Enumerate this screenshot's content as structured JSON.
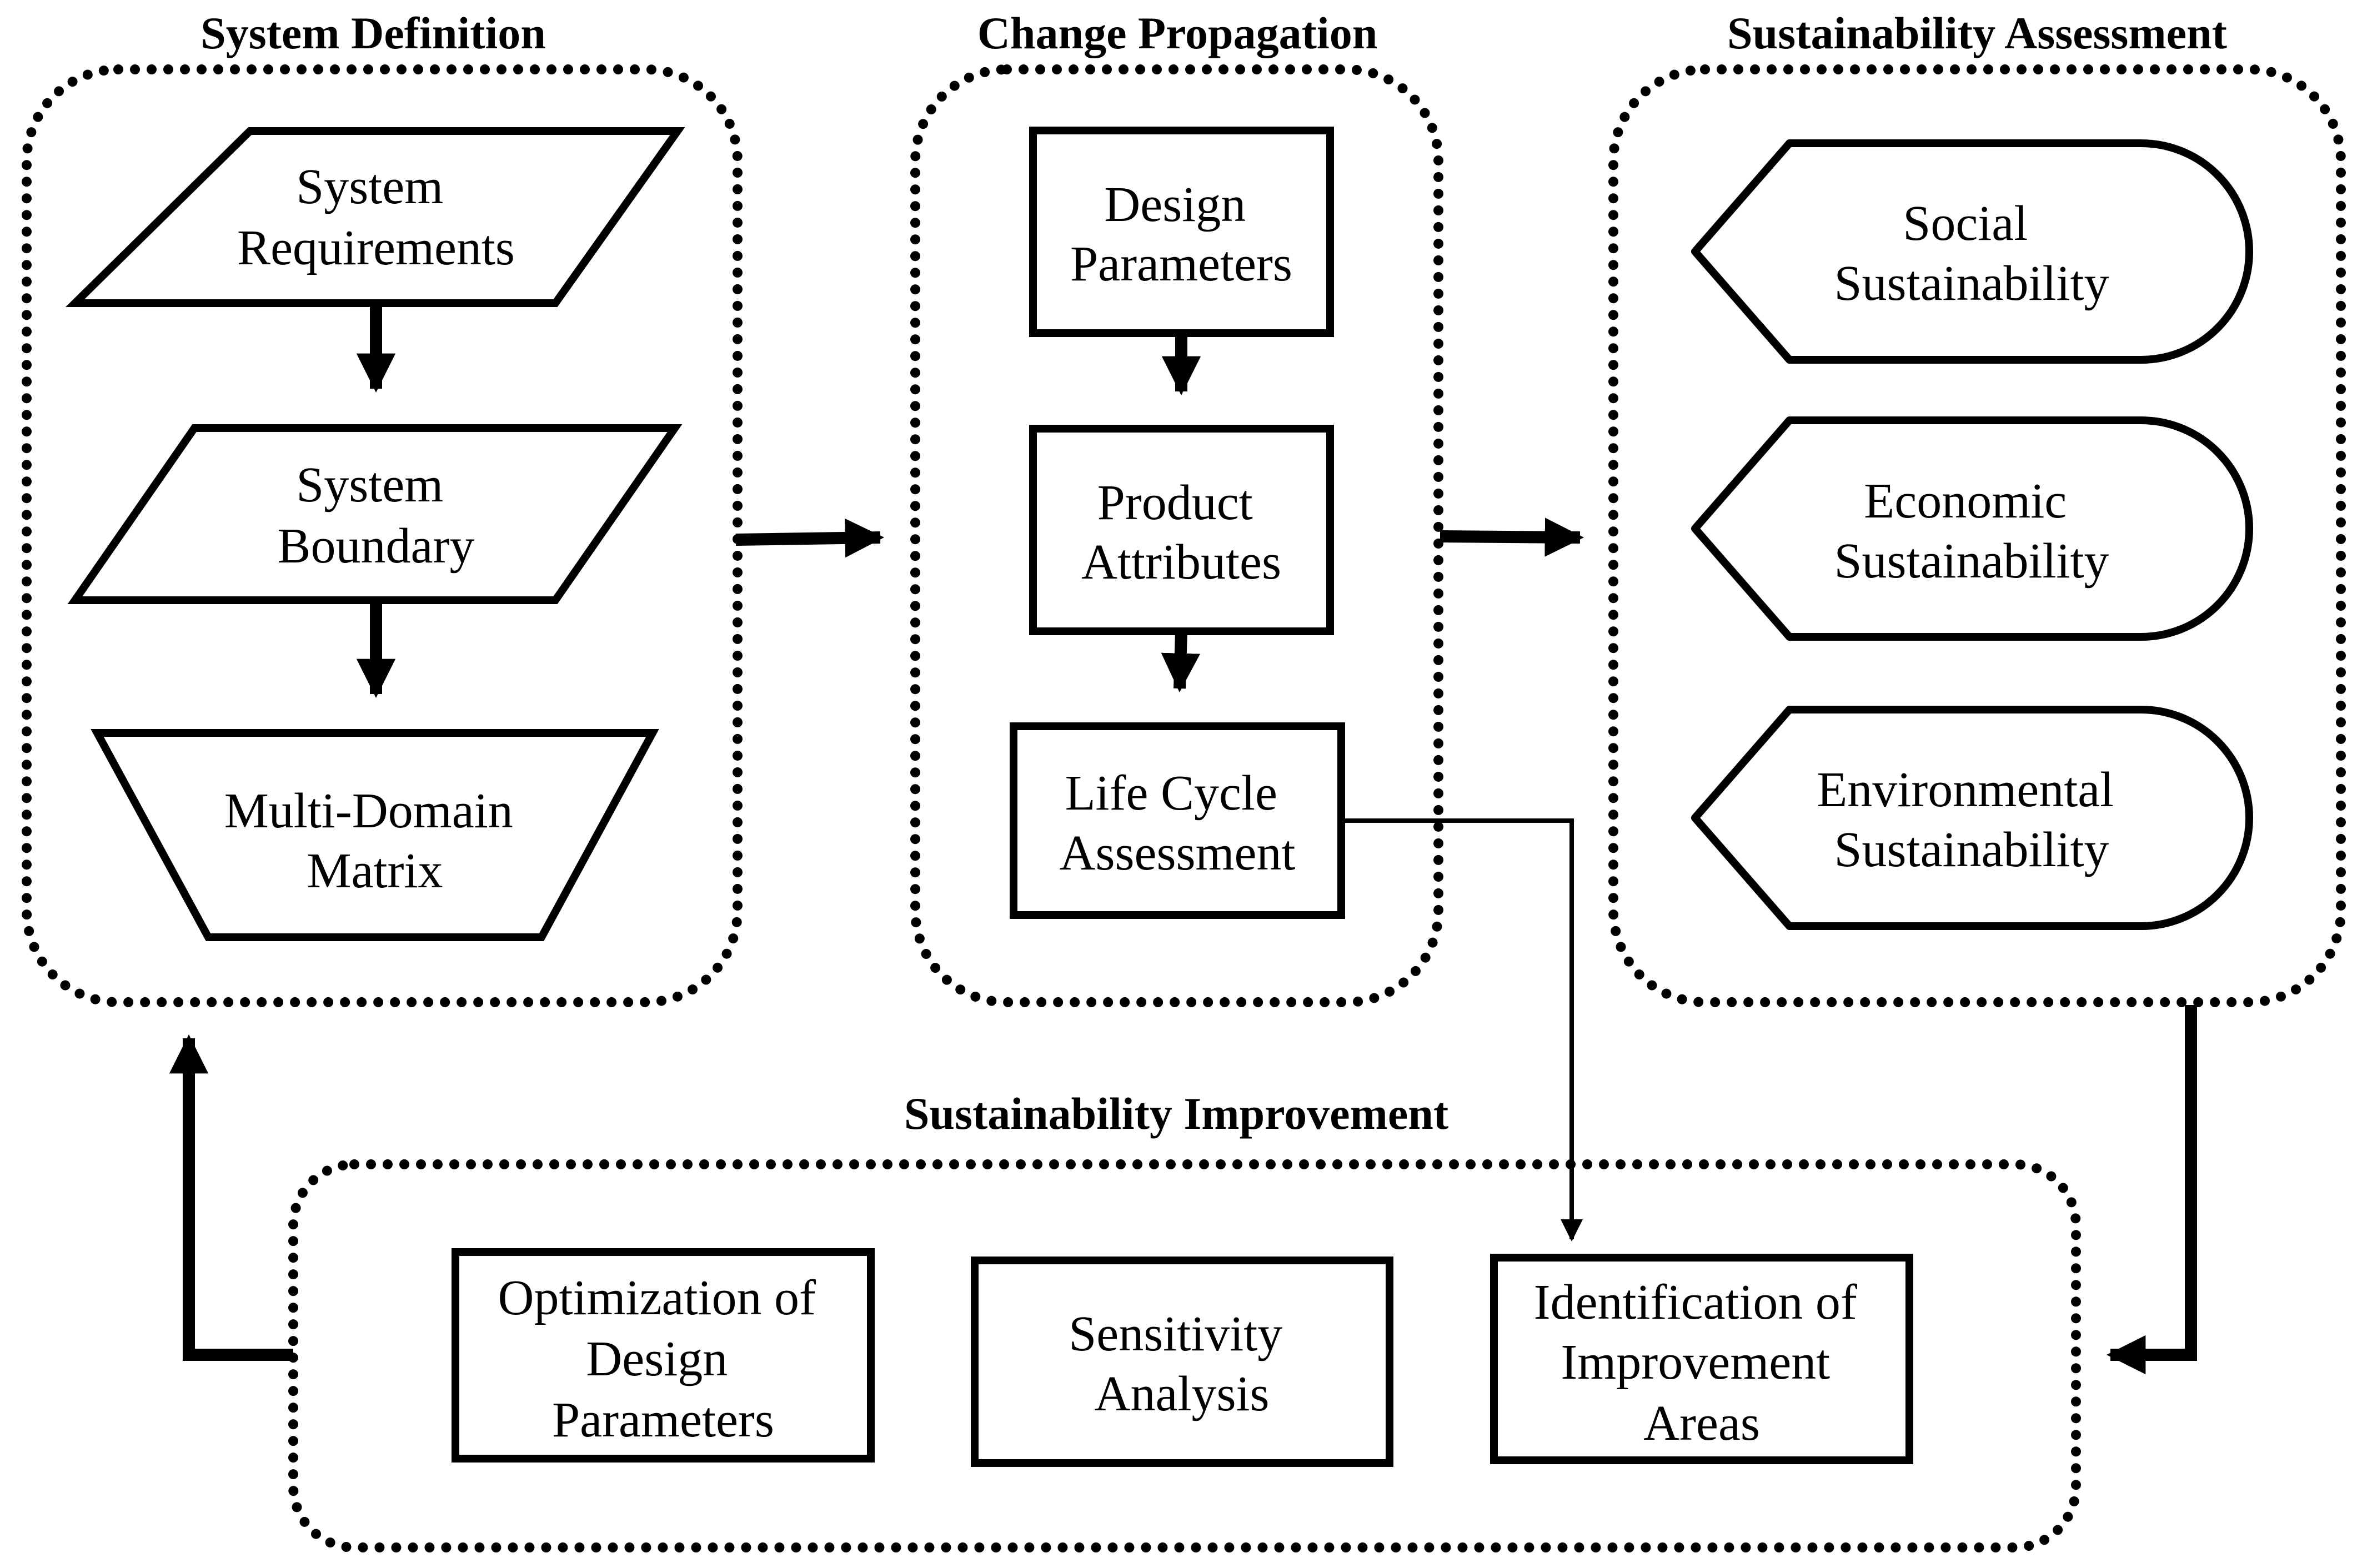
{
  "groups": {
    "system_definition": {
      "title": "System Definition",
      "nodes": {
        "system_requirements": [
          "System",
          "Requirements"
        ],
        "system_boundary": [
          "System",
          "Boundary"
        ],
        "multi_domain_matrix": [
          "Multi-Domain",
          "Matrix"
        ]
      }
    },
    "change_propagation": {
      "title": "Change Propagation",
      "nodes": {
        "design_parameters": [
          "Design",
          "Parameters"
        ],
        "product_attributes": [
          "Product",
          "Attributes"
        ],
        "life_cycle_assessment": [
          "Life Cycle",
          "Assessment"
        ]
      }
    },
    "sustainability_assessment": {
      "title": "Sustainability Assessment",
      "nodes": {
        "social": [
          "Social",
          "Sustainability"
        ],
        "economic": [
          "Economic",
          "Sustainability"
        ],
        "environmental": [
          "Environmental",
          "Sustainability"
        ]
      }
    },
    "sustainability_improvement": {
      "title": "Sustainability Improvement",
      "nodes": {
        "optimization": [
          "Optimization of",
          "Design",
          "Parameters"
        ],
        "sensitivity": [
          "Sensitivity",
          "Analysis"
        ],
        "identification": [
          "Identification of",
          "Improvement",
          "Areas"
        ]
      }
    }
  }
}
